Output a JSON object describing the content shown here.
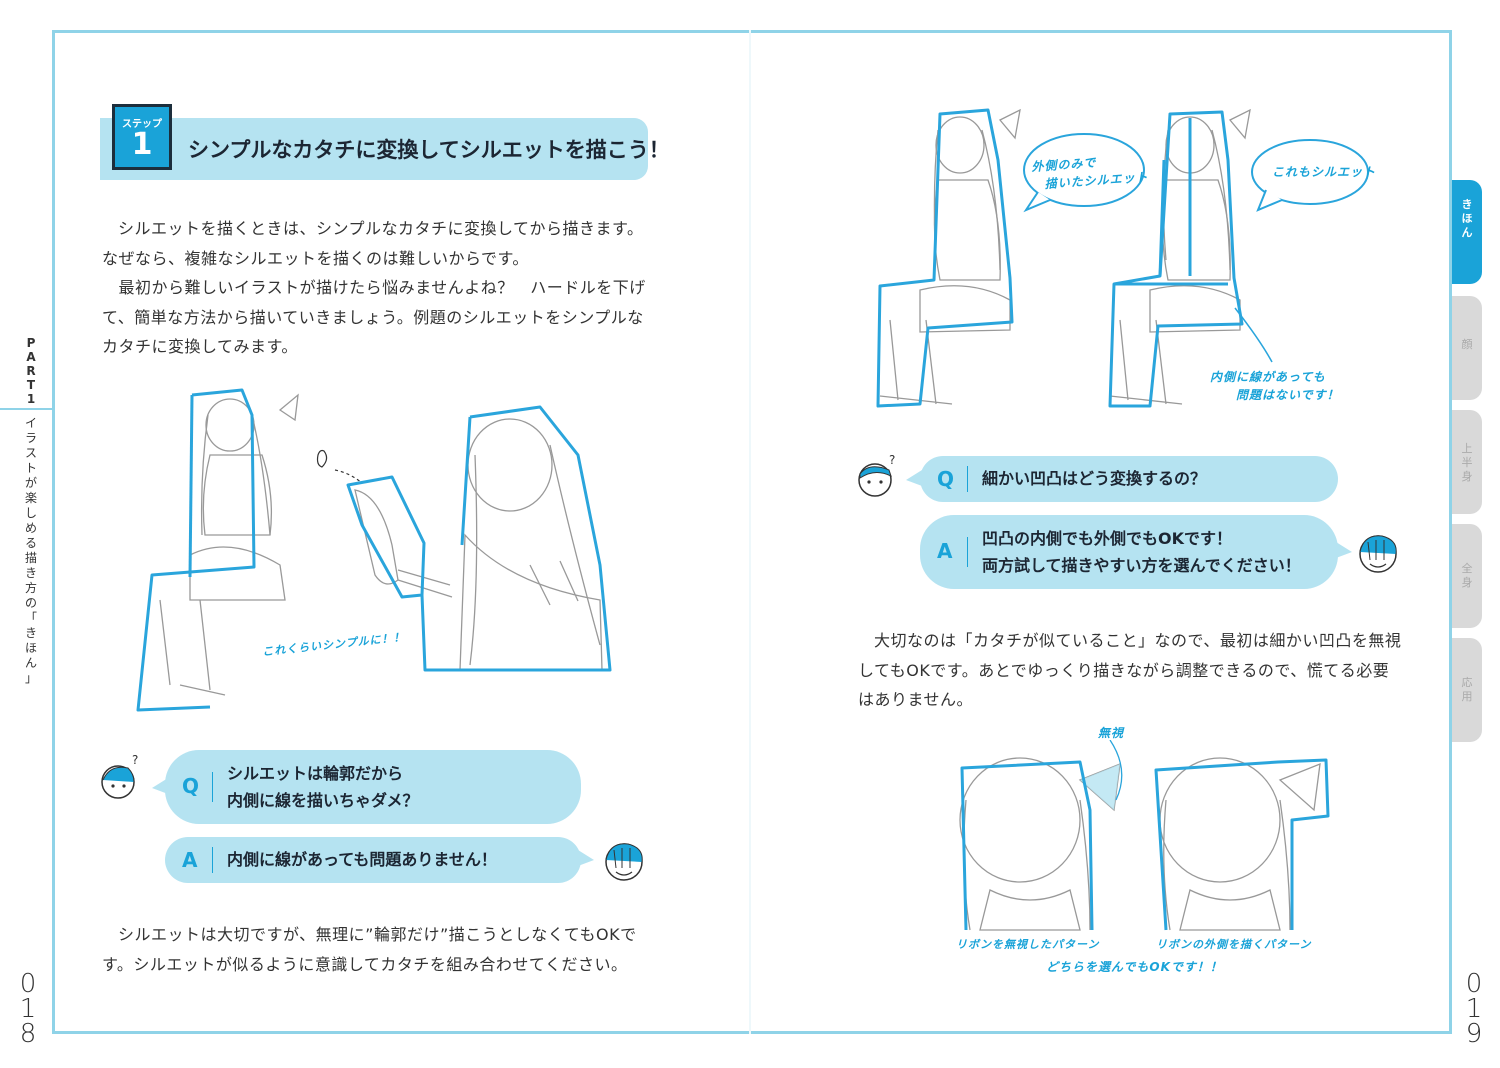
{
  "side": {
    "part": [
      "P",
      "A",
      "R",
      "T",
      "1"
    ],
    "subtitle": [
      "イ",
      "ラ",
      "ス",
      "ト",
      "が",
      "楽",
      "し",
      "め",
      "る",
      "描",
      "き",
      "方",
      "の",
      "「",
      "き",
      "ほ",
      "ん",
      "」"
    ]
  },
  "step": {
    "label": "ステップ",
    "number": "1",
    "title": "シンプルなカタチに変換してシルエットを描こう！"
  },
  "left": {
    "para1": [
      "シルエットを描くときは、シンプルなカタチに変換してから描きます。",
      "なぜなら、複雑なシルエットを描くのは難しいからです。",
      "　最初から難しいイラストが描けたら悩みませんよね？　ハードルを下げ",
      "て、簡単な方法から描いていきましょう。例題のシルエットをシンプルな",
      "カタチに変換してみます。"
    ],
    "note": "これくらいシンプルに！！",
    "q1": {
      "letter": "Q",
      "lines": [
        "シルエットは輪郭だから",
        "内側に線を描いちゃダメ？"
      ]
    },
    "a1": {
      "letter": "A",
      "lines": [
        "内側に線があっても問題ありません！"
      ]
    },
    "para2": [
      "シルエットは大切ですが、無理に”輪郭だけ”描こうとしなくてもOKで",
      "す。シルエットが似るように意識してカタチを組み合わせてください。"
    ],
    "page": [
      "0",
      "1",
      "8"
    ]
  },
  "right": {
    "bubble1": [
      "外側のみで",
      "描いたシルエット"
    ],
    "bubble2": [
      "これもシルエット"
    ],
    "note_inner": [
      "内側に線があっても",
      "問題はないです！"
    ],
    "q2": {
      "letter": "Q",
      "lines": [
        "細かい凹凸はどう変換するの？"
      ]
    },
    "a2": {
      "letter": "A",
      "lines": [
        "凹凸の内側でも外側でもOKです！",
        "両方試して描きやすい方を選んでください！"
      ]
    },
    "para": [
      "大切なのは「カタチが似ていること」なので、最初は細かい凹凸を無視",
      "してもOKです。あとでゆっくり描きながら調整できるので、慌てる必要",
      "はありません。"
    ],
    "note_ignore": "無視",
    "caption1": "リボンを無視したパターン",
    "caption2": "リボンの外側を描くパターン",
    "caption3": "どちらを選んでもOKです！！",
    "page": [
      "0",
      "1",
      "9"
    ]
  },
  "tabs": [
    {
      "label": "きほん",
      "active": true
    },
    {
      "label": "顔",
      "active": false
    },
    {
      "label": "上半身",
      "active": false
    },
    {
      "label": "全身",
      "active": false
    },
    {
      "label": "応用",
      "active": false
    }
  ],
  "colors": {
    "accent": "#1aa3d8",
    "light": "#b5e3f1",
    "frame": "#8fd3e8",
    "sketch": "#999999"
  }
}
